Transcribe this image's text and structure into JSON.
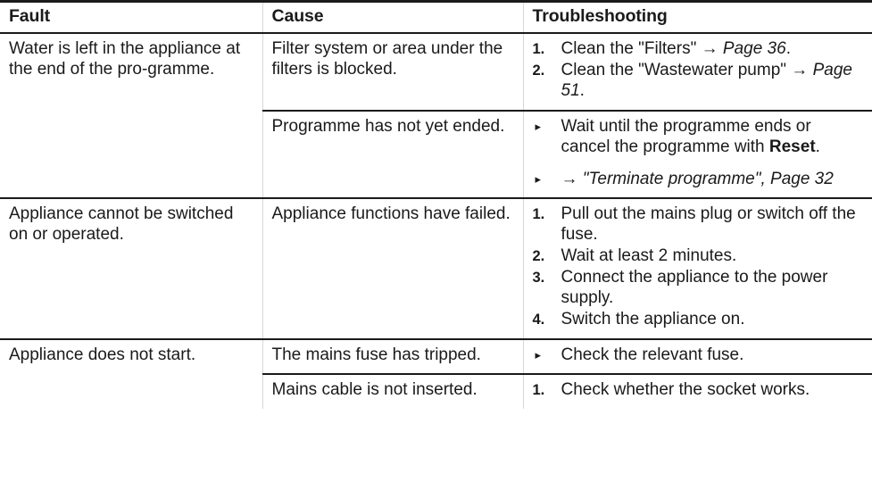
{
  "table": {
    "headers": [
      "Fault",
      "Cause",
      "Troubleshooting"
    ],
    "rows": [
      {
        "fault": "Water is left in the appliance at the end of the pro-gramme.",
        "fault_display": "Water is left in the appliance at the end of the pro-⁠gramme.",
        "subrows": [
          {
            "cause": "Filter system or area under the filters is blocked.",
            "list_type": "ordered",
            "items": [
              {
                "marker": "1.",
                "segments": [
                  {
                    "text": "Clean the \"Filters\" ",
                    "style": "normal"
                  },
                  {
                    "text": "→ ",
                    "style": "normal"
                  },
                  {
                    "text": "Page 36",
                    "style": "italic"
                  },
                  {
                    "text": ".",
                    "style": "normal"
                  }
                ]
              },
              {
                "marker": "2.",
                "segments": [
                  {
                    "text": "Clean the \"Wastewater pump\" ",
                    "style": "normal"
                  },
                  {
                    "text": "→ ",
                    "style": "normal"
                  },
                  {
                    "text": "Page 51",
                    "style": "italic"
                  },
                  {
                    "text": ".",
                    "style": "normal"
                  }
                ]
              }
            ]
          },
          {
            "cause": "Programme has not yet ended.",
            "list_type": "bullets",
            "items": [
              {
                "marker": "▸",
                "segments": [
                  {
                    "text": "Wait until the programme ends or cancel the programme with ",
                    "style": "normal"
                  },
                  {
                    "text": "Reset",
                    "style": "bold"
                  },
                  {
                    "text": ".",
                    "style": "normal"
                  }
                ]
              },
              {
                "marker": "▸",
                "segments": [
                  {
                    "text": "→ ",
                    "style": "normal"
                  },
                  {
                    "text": "\"Terminate programme\", Page 32",
                    "style": "italic"
                  }
                ]
              }
            ]
          }
        ]
      },
      {
        "fault": "Appliance cannot be switched on or operated.",
        "subrows": [
          {
            "cause": "Appliance functions have failed.",
            "list_type": "ordered",
            "items": [
              {
                "marker": "1.",
                "segments": [
                  {
                    "text": "Pull out the mains plug or switch off the fuse.",
                    "style": "normal"
                  }
                ]
              },
              {
                "marker": "2.",
                "segments": [
                  {
                    "text": "Wait at least 2 minutes.",
                    "style": "normal"
                  }
                ]
              },
              {
                "marker": "3.",
                "segments": [
                  {
                    "text": "Connect the appliance to the power supply.",
                    "style": "normal"
                  }
                ]
              },
              {
                "marker": "4.",
                "segments": [
                  {
                    "text": "Switch the appliance on.",
                    "style": "normal"
                  }
                ]
              }
            ]
          }
        ]
      },
      {
        "fault": "Appliance does not start.",
        "subrows": [
          {
            "cause": "The mains fuse has tripped.",
            "list_type": "bullets",
            "items": [
              {
                "marker": "▸",
                "segments": [
                  {
                    "text": "Check the relevant fuse.",
                    "style": "normal"
                  }
                ]
              }
            ]
          },
          {
            "cause": "Mains cable is not inserted.",
            "list_type": "ordered",
            "items": [
              {
                "marker": "1.",
                "segments": [
                  {
                    "text": "Check whether the socket works.",
                    "style": "normal"
                  }
                ]
              }
            ]
          }
        ]
      }
    ]
  },
  "colors": {
    "text": "#1a1a1a",
    "rule_major": "#1a1a1a",
    "rule_column": "#d8d8d8",
    "background": "#ffffff"
  }
}
